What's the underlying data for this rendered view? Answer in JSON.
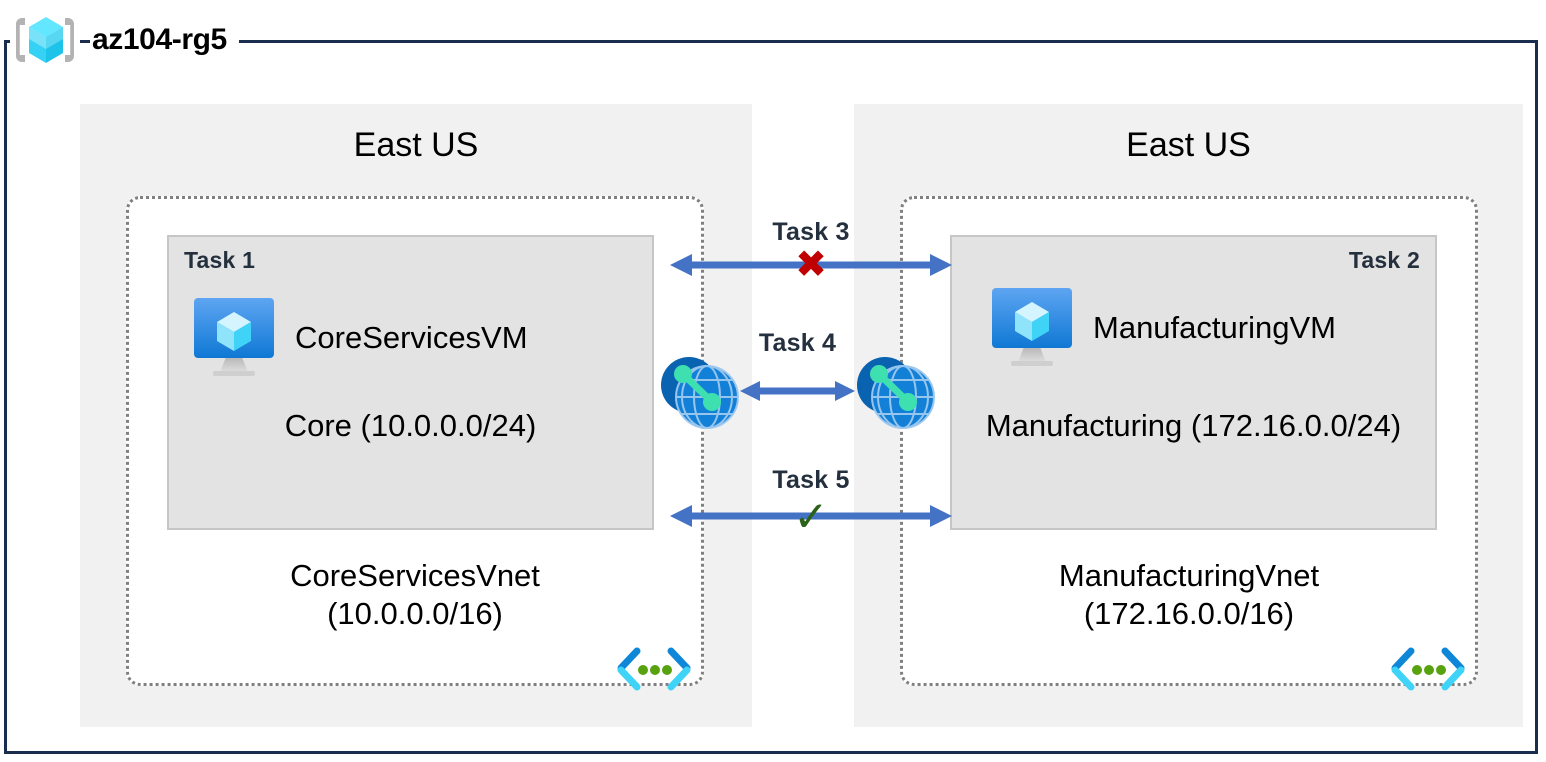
{
  "resource_group": {
    "name": "az104-rg5",
    "icon": "azure-resource-group-cube-icon"
  },
  "regions": [
    {
      "id": "left",
      "label": "East US"
    },
    {
      "id": "right",
      "label": "East US"
    }
  ],
  "vnets": [
    {
      "id": "core-services-vnet",
      "name": "CoreServicesVnet",
      "cidr": "(10.0.0.0/16)",
      "corner_icon": "virtual-network-icon",
      "subnet": {
        "task_tag": "Task 1",
        "task_tag_align": "left",
        "name": "Core",
        "cidr": "(10.0.0.0/24)",
        "vm": {
          "name": "CoreServicesVM",
          "icon": "virtual-machine-icon"
        }
      }
    },
    {
      "id": "manufacturing-vnet",
      "name": "ManufacturingVnet",
      "cidr": "(172.16.0.0/16)",
      "corner_icon": "virtual-network-icon",
      "subnet": {
        "task_tag": "Task 2",
        "task_tag_align": "right",
        "name": "Manufacturing",
        "cidr": "(172.16.0.0/24)",
        "vm": {
          "name": "ManufacturingVM",
          "icon": "virtual-machine-icon"
        }
      }
    }
  ],
  "connectors": [
    {
      "id": "task3",
      "label": "Task 3",
      "mark": "✖",
      "mark_kind": "cross",
      "mark_color": "#c00000"
    },
    {
      "id": "task4",
      "label": "Task 4",
      "mark": "",
      "mark_kind": "none",
      "mark_color": ""
    },
    {
      "id": "task5",
      "label": "Task 5",
      "mark": "✓",
      "mark_kind": "checkmark",
      "mark_color": "#2b6119"
    }
  ],
  "peering_icons": [
    {
      "id": "peer-left",
      "icon": "vnet-peering-icon"
    },
    {
      "id": "peer-right",
      "icon": "vnet-peering-icon"
    }
  ],
  "colors": {
    "frame_border": "#1b2d4f",
    "region_bg": "#f1f1f1",
    "subnet_bg": "#e3e3e3",
    "subnet_border": "#c6c6c6",
    "vnet_border": "#808080",
    "arrow_blue": "#4472c4",
    "task_text": "#25303f",
    "cross_red": "#c00000",
    "check_green": "#2b6119",
    "azure_blue": "#0f78d4",
    "cyan": "#50d9f5",
    "green_dot": "#57a20e"
  }
}
